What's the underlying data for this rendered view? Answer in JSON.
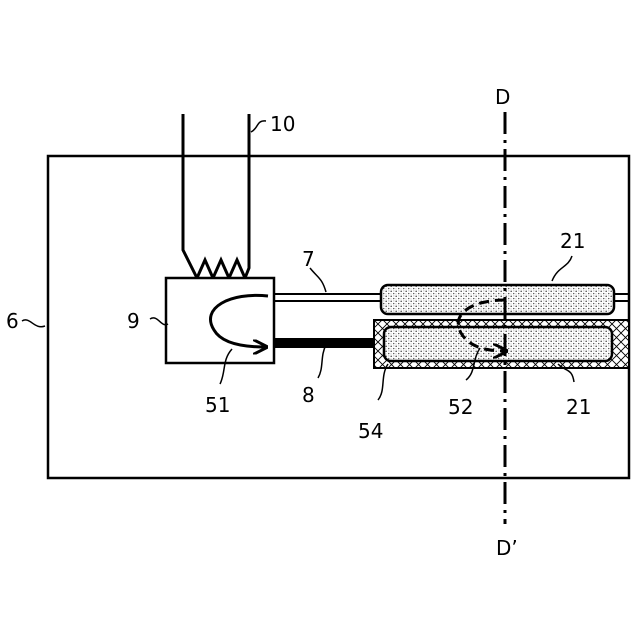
{
  "labels": {
    "l10": "10",
    "lD": "D",
    "lDp": "D’",
    "l21a": "21",
    "l21b": "21",
    "l7": "7",
    "l6": "6",
    "l9": "9",
    "l8": "8",
    "l51": "51",
    "l52": "52",
    "l54": "54"
  },
  "colors": {
    "line": "#000000",
    "background": "#ffffff",
    "dots": "#555555"
  }
}
